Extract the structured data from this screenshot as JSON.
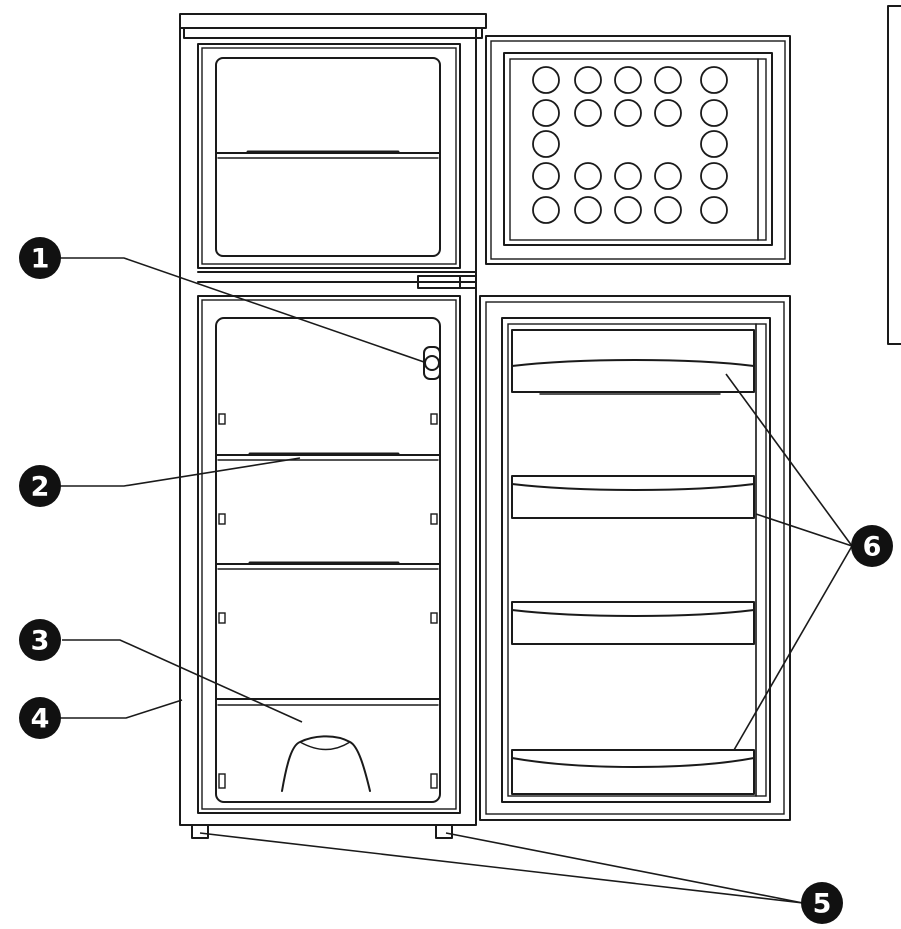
{
  "colors": {
    "line": "#1a1a1a",
    "badge": "#111111",
    "background": "#ffffff"
  },
  "callouts": [
    {
      "id": "c1",
      "number": "1",
      "part": "thermostat-knob"
    },
    {
      "id": "c2",
      "number": "2",
      "part": "glass-shelf"
    },
    {
      "id": "c3",
      "number": "3",
      "part": "crisper-drawer"
    },
    {
      "id": "c4",
      "number": "4",
      "part": "cabinet"
    },
    {
      "id": "c5",
      "number": "5",
      "part": "adjustable-feet"
    },
    {
      "id": "c6",
      "number": "6",
      "part": "door-balconies"
    }
  ]
}
